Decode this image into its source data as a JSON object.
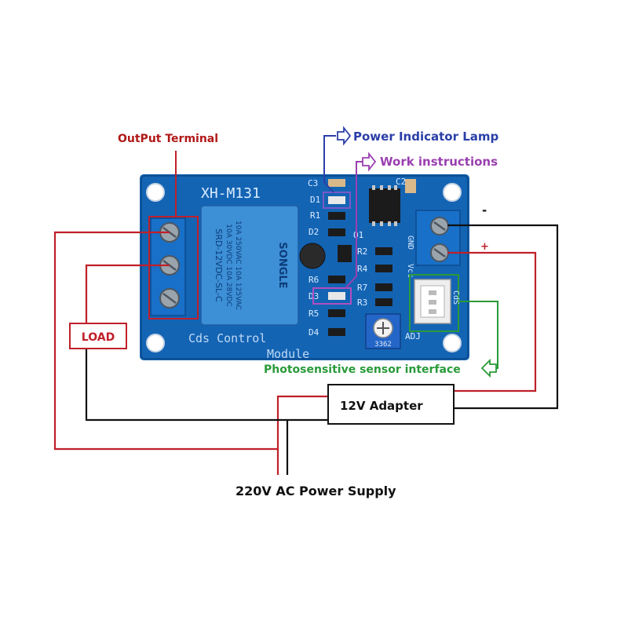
{
  "labels": {
    "output_terminal": "OutPut Terminal",
    "power_indicator": "Power Indicator Lamp",
    "work_instructions": "Work instructions",
    "load": "LOAD",
    "photosensitive": "Photosensitive sensor interface",
    "adapter": "12V Adapter",
    "ac_supply": "220V AC Power Supply",
    "minus": "-",
    "plus": "+"
  },
  "board": {
    "model": "XH-M131",
    "caption_line1": "Cds Control",
    "caption_line2": "Module",
    "pin_gnd": "GND",
    "pin_vcc": "Vcc",
    "pin_cds": "CdS",
    "adj": "ADJ",
    "pot_code": "3362"
  },
  "components": [
    "C3",
    "D1",
    "R1",
    "D2",
    "Q1",
    "C2",
    "R2",
    "R4",
    "R7",
    "R3",
    "R6",
    "D3",
    "R5",
    "D4"
  ],
  "relay": {
    "brand": "SONGLE",
    "model": "SRD-12VDC-SL-C",
    "ratings": [
      "10A 250VAC 10A 125VAC",
      "10A 30VDC 10A 28VDC"
    ]
  },
  "colors": {
    "board": "#1464b4",
    "red_label": "#b01818",
    "blue_label": "#2b3fa8",
    "purple_label": "#9a3fb0",
    "green_label": "#2a9a3a",
    "wire_red": "#c0202a",
    "wire_black": "#111111",
    "relay": "#3d8fd6",
    "terminal": "#1870c8"
  }
}
